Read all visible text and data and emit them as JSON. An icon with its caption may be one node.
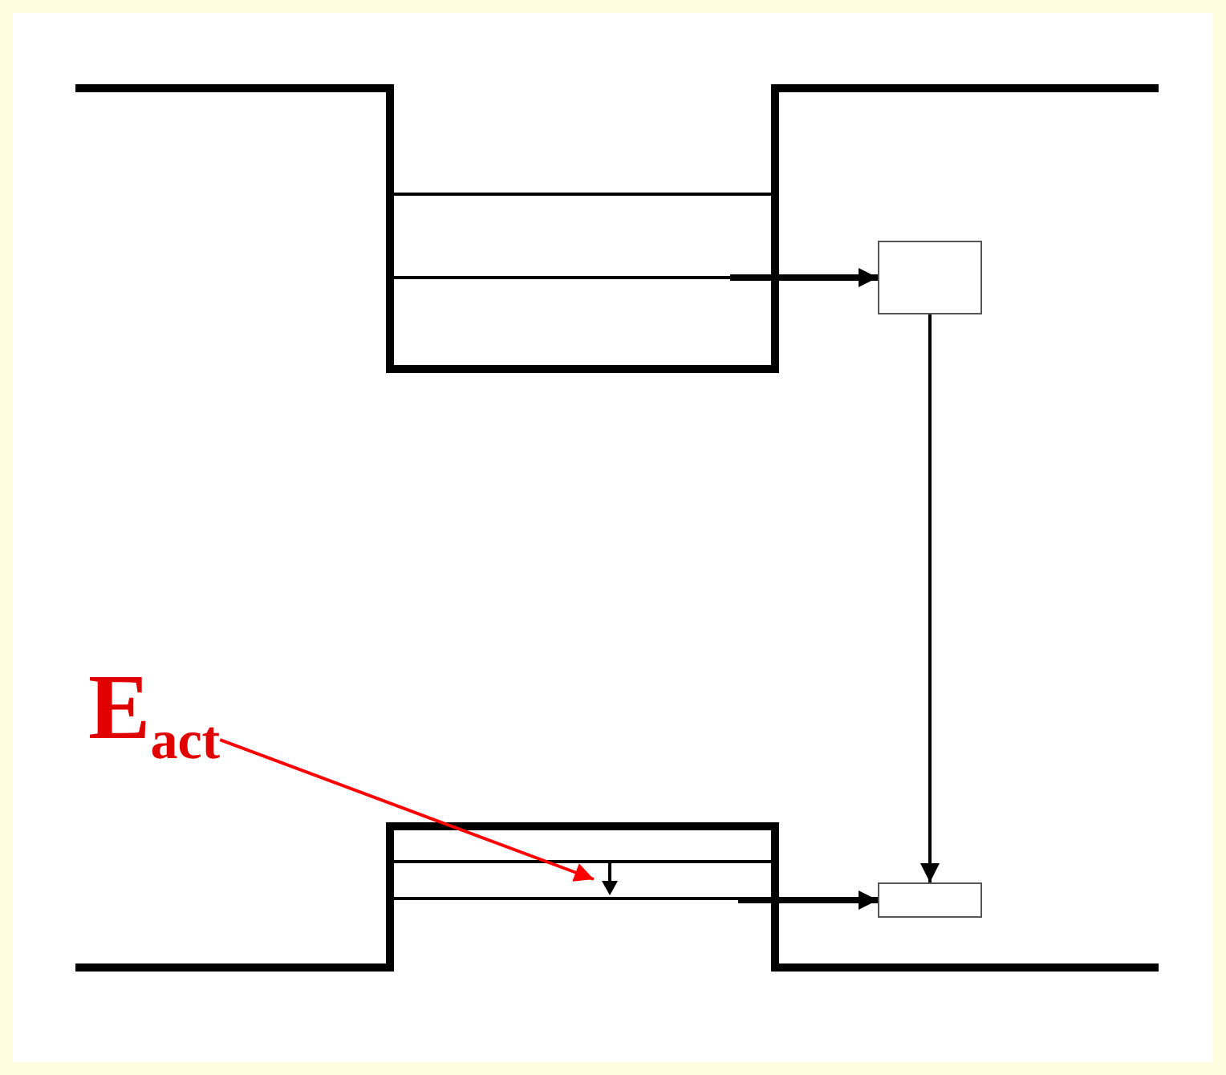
{
  "diagram": {
    "nodes": [
      {
        "text": [],
        "shape": "box"
      },
      {
        "text": [
          "E$_{act}$"
        ]
      },
      {
        "text": [],
        "shape": "box"
      }
    ],
    "edges": [
      {
        "from": null,
        "to": 0,
        "arrow": "to",
        "style": "thick"
      },
      {
        "from": 0,
        "to": 2,
        "arrow": "to"
      },
      {
        "from": 1,
        "to": null,
        "arrow": "to",
        "color": "#ff0000"
      },
      {
        "from": null,
        "to": 2,
        "arrow": "to",
        "style": "thick"
      }
    ]
  }
}
